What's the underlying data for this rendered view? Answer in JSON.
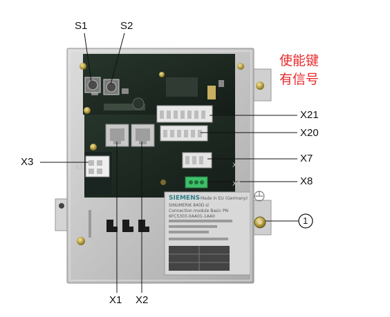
{
  "callouts": {
    "s1": "S1",
    "s2": "S2",
    "x21": "X21",
    "x20": "X20",
    "x7": "X7",
    "x8": "X8",
    "x3": "X3",
    "x1": "X1",
    "x2": "X2",
    "ground_marker": "1"
  },
  "annotation": {
    "line1": "使能键",
    "line2": "有信号"
  },
  "device_print": {
    "x3_silk": "X3",
    "x7_silk": "X7",
    "x8_silk": "X8",
    "brand": "SIEMENS",
    "made_in": "Made in EU (Germany)",
    "model": "SINUMERIK 840D sl",
    "module": "Connection module Basic PN",
    "order_no": "6FC5303-0AA01-1AA0"
  },
  "colors": {
    "callout_text": "#111111",
    "annotation_red": "#e8282b",
    "housing": "#c9c9c9",
    "pcb": "#1e2a23",
    "connector_green": "#3fbf6a"
  }
}
